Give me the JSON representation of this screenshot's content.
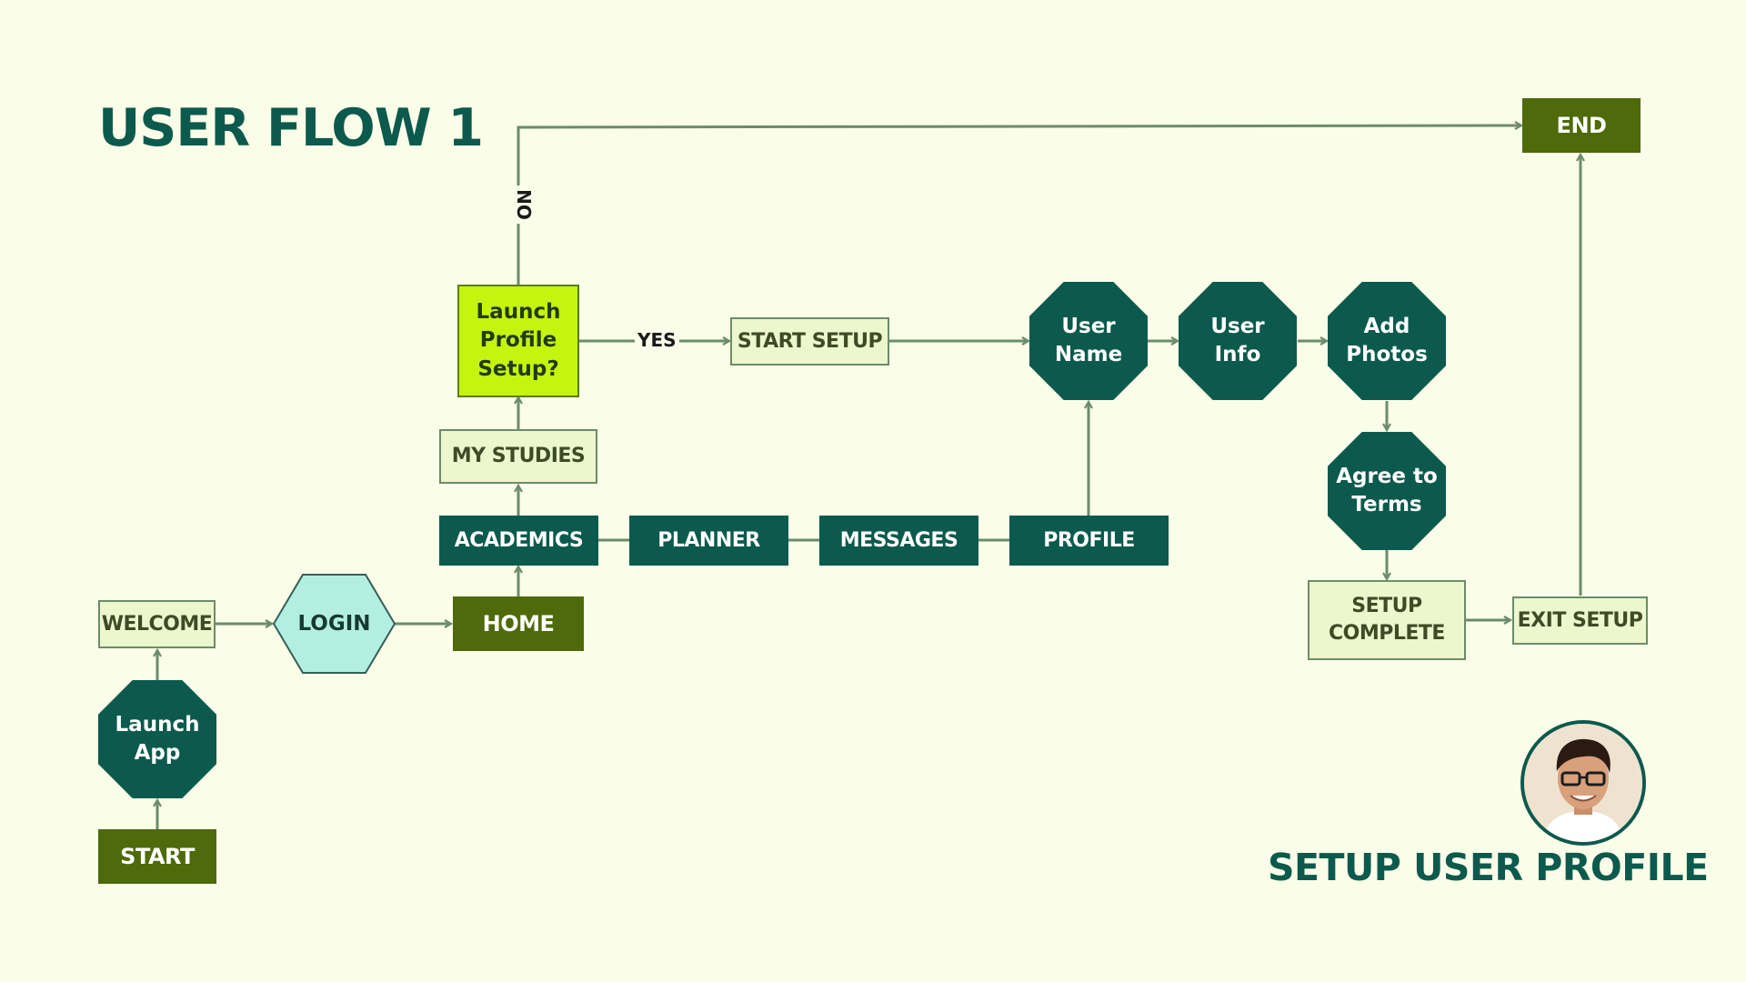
{
  "title": "USER FLOW 1",
  "subtitle": "SETUP USER PROFILE",
  "colors": {
    "background": "#fafde8",
    "teal": "#0c5a4d",
    "olive": "#4e6a0a",
    "light_box": "#edf7cd",
    "lime_decision": "#c5f40f",
    "hexagon": "#b3efe0",
    "connector": "#6c8c6a"
  },
  "nodes": {
    "start": "START",
    "launch_app": [
      "Launch",
      "App"
    ],
    "welcome": "WELCOME",
    "login": "LOGIN",
    "home": "HOME",
    "academics": "ACADEMICS",
    "planner": "PLANNER",
    "messages": "MESSAGES",
    "profile": "PROFILE",
    "my_studies": "MY STUDIES",
    "decision": [
      "Launch",
      "Profile",
      "Setup?"
    ],
    "start_setup": "START SETUP",
    "user_name": [
      "User",
      "Name"
    ],
    "user_info": [
      "User",
      "Info"
    ],
    "add_photos": [
      "Add",
      "Photos"
    ],
    "agree_terms": [
      "Agree to",
      "Terms"
    ],
    "setup_complete": [
      "SETUP",
      "COMPLETE"
    ],
    "exit_setup": "EXIT SETUP",
    "end": "END"
  },
  "edge_labels": {
    "yes": "YES",
    "no": "NO"
  },
  "icons": {
    "avatar": "user-avatar-photo"
  }
}
